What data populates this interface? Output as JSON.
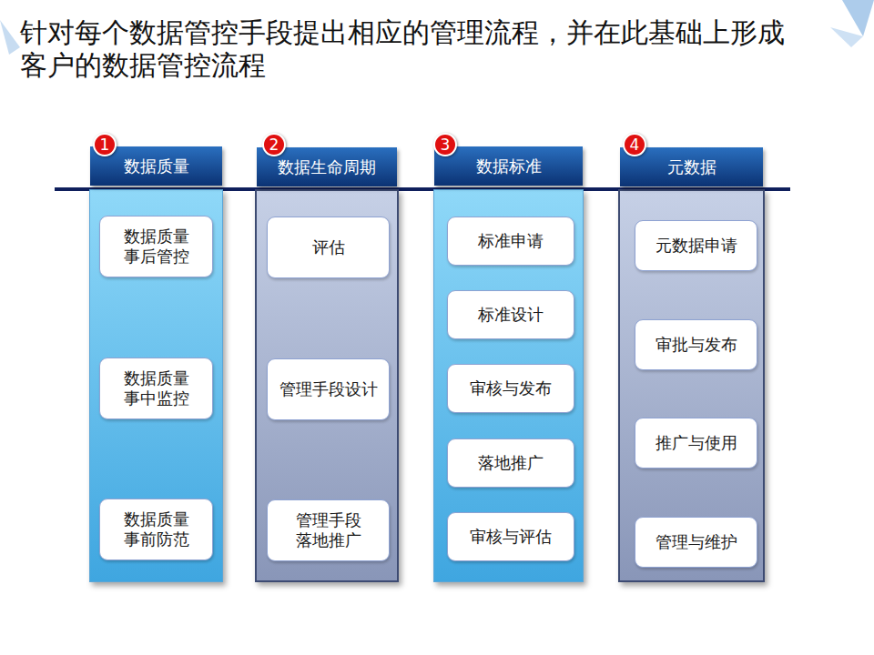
{
  "diagram": {
    "title": "针对每个数据管控手段提出相应的管理流程，并在此基础上形成客户的数据管控流程",
    "nodes": [
      {
        "text": [
          "数据质量"
        ]
      },
      {
        "text": [
          "数据质量 事后管控"
        ],
        "in": 0
      },
      {
        "text": [
          "数据质量 事中监控"
        ],
        "in": 0
      },
      {
        "text": [
          "数据质量 事前防范"
        ],
        "in": 0
      },
      {
        "text": [
          "数据生命周期"
        ]
      },
      {
        "text": [
          "评估"
        ],
        "in": 4
      },
      {
        "text": [
          "管理手段设计"
        ],
        "in": 4
      },
      {
        "text": [
          "管理手段 落地推广"
        ],
        "in": 4
      },
      {
        "text": [
          "数据标准"
        ]
      },
      {
        "text": [
          "标准申请"
        ],
        "in": 8
      },
      {
        "text": [
          "标准设计"
        ],
        "in": 8
      },
      {
        "text": [
          "审核与发布"
        ],
        "in": 8
      },
      {
        "text": [
          "落地推广"
        ],
        "in": 8
      },
      {
        "text": [
          "审核与评估"
        ],
        "in": 8
      },
      {
        "text": [
          "元数据"
        ]
      },
      {
        "text": [
          "元数据申请"
        ],
        "in": 14
      },
      {
        "text": [
          "审批与发布"
        ],
        "in": 14
      },
      {
        "text": [
          "推广与使用"
        ],
        "in": 14
      },
      {
        "text": [
          "管理与维护"
        ],
        "in": 14
      }
    ],
    "labels": [
      "1",
      "2",
      "3",
      "4"
    ]
  }
}
